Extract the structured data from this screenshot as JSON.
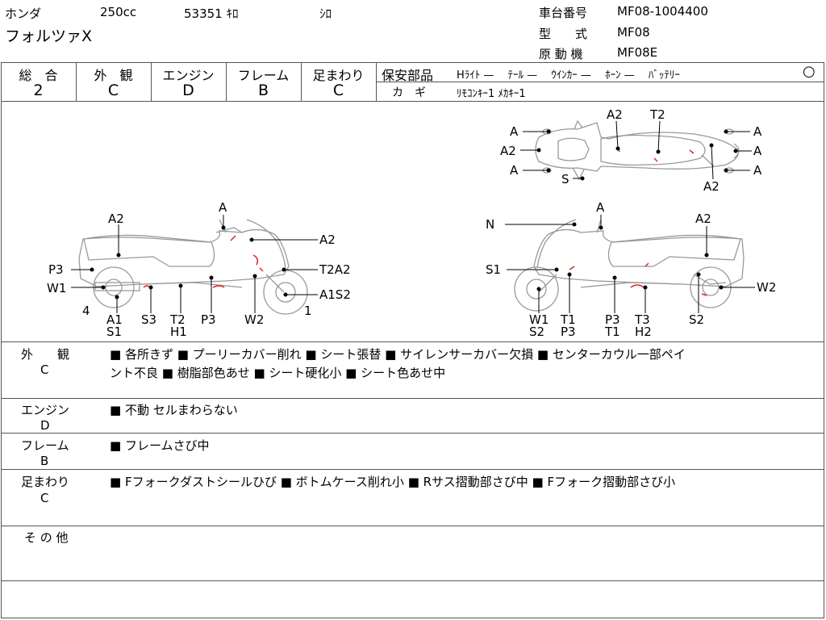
{
  "header": {
    "maker": "ホンダ",
    "displacement": "250cc",
    "mileage": "53351 ｷﾛ",
    "color": "ｼﾛ",
    "model_name": "フォルツァX",
    "frame_no_label": "車台番号",
    "frame_no": "MF08-1004400",
    "type_label": "型　　式",
    "type_value": "MF08",
    "engine_label": "原 動 機",
    "engine_value": "MF08E"
  },
  "grades": [
    {
      "label": "総　合",
      "value": "2"
    },
    {
      "label": "外　観",
      "value": "C"
    },
    {
      "label": "エンジン",
      "value": "D"
    },
    {
      "label": "フレーム",
      "value": "B"
    },
    {
      "label": "足まわり",
      "value": "C"
    }
  ],
  "parts": {
    "label": "保安部品",
    "items": "Hﾗｲﾄ —　 ﾃｰﾙ —　 ｳｲﾝｶｰ —　 ﾎｰﾝ —　 ﾊﾞｯﾃﾘｰ",
    "battery_mark": "○",
    "key_label": "カ　ギ",
    "key_value": "ﾘﾓｺﾝｷｰ1 ﾒｶｷｰ1"
  },
  "diagram": {
    "top": {
      "A_l1": "A",
      "A2_l": "A2",
      "A_l2": "A",
      "S": "S",
      "A2_t": "A2",
      "T2_t": "T2",
      "A_r1": "A",
      "A_r2": "A",
      "A_r3": "A",
      "A2_b": "A2"
    },
    "left": {
      "A": "A",
      "A2": "A2",
      "A2_r": "A2",
      "P3": "P3",
      "W1": "W1",
      "T2A2": "T2A2",
      "A1S2": "A1S2",
      "n4": "4",
      "n1": "1",
      "b1a": "A1",
      "b1b": "S1",
      "b2": "S3",
      "b3a": "T2",
      "b3b": "H1",
      "b4": "P3",
      "b5": "W2"
    },
    "right": {
      "N": "N",
      "A": "A",
      "A2": "A2",
      "S1": "S1",
      "W2": "W2",
      "b1a": "W1",
      "b1b": "S2",
      "b2a": "T1",
      "b2b": "P3",
      "b3a": "P3",
      "b3b": "T1",
      "b4a": "T3",
      "b4b": "H2",
      "b5": "S2"
    }
  },
  "remarks": [
    {
      "title": "外　　観",
      "grade": "C",
      "lines": [
        "■ 各所きず ■ プーリーカバー削れ ■ シート張替 ■ サイレンサーカバー欠損 ■ センターカウル一部ペイ",
        "ント不良 ■ 樹脂部色あせ ■ シート硬化小 ■ シート色あせ中"
      ]
    },
    {
      "title": "エンジン",
      "grade": "D",
      "lines": [
        "■ 不動 セルまわらない"
      ]
    },
    {
      "title": "フレーム",
      "grade": "B",
      "lines": [
        "■ フレームさび中"
      ]
    },
    {
      "title": "足まわり",
      "grade": "C",
      "lines": [
        "■ Fフォークダストシールひび ■ ボトムケース削れ小 ■ Rサス摺動部さび中 ■ Fフォーク摺動部さび小"
      ]
    },
    {
      "title": "そ の 他",
      "grade": "",
      "lines": []
    }
  ]
}
